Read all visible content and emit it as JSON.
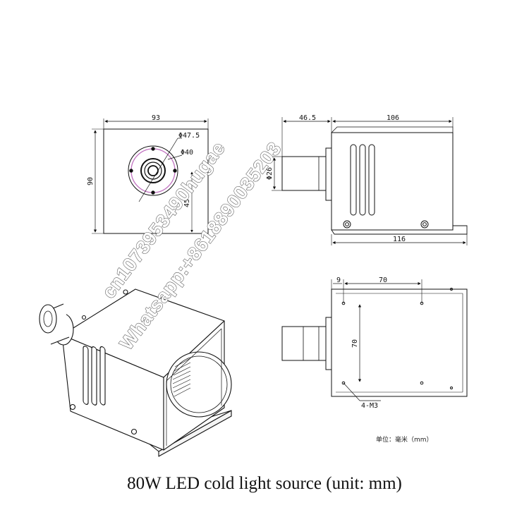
{
  "front_view": {
    "width_label": "93",
    "height_label": "90",
    "outer_diameter_label": "Φ47.5",
    "inner_diameter_label": "Φ40",
    "offset_label": "45"
  },
  "side_view": {
    "lens_length_label": "46.5",
    "body_length_label": "106",
    "lens_diameter_label": "Φ26",
    "total_length_label": "116"
  },
  "bottom_view": {
    "edge_offset_label": "9",
    "hole_spacing_x_label": "70",
    "hole_spacing_y_label": "70",
    "screw_label": "4-M3"
  },
  "unit_note": "单位：毫米（mm）",
  "caption": "80W LED cold light source (unit: mm)",
  "watermarks": {
    "email": "cn1073953490hugae",
    "whatsapp": "Whatsapp:+8618890035203"
  },
  "colors": {
    "line": "#111111",
    "accent_circle": "#c070c0"
  }
}
